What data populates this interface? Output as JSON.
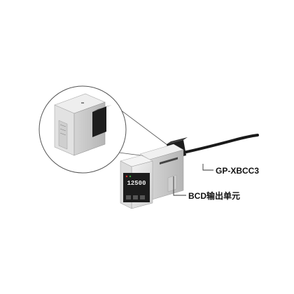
{
  "callouts": {
    "cable_label": "GP-XBCC3",
    "unit_label": "BCD输出单元"
  },
  "display": {
    "readout": "12500"
  },
  "colors": {
    "background": "#ffffff",
    "device_body": "#e6e6e6",
    "display_face": "#1c1c1c",
    "readout_text": "#e8e8e8",
    "cable": "#1a1a1a",
    "leader_line": "#333333"
  }
}
